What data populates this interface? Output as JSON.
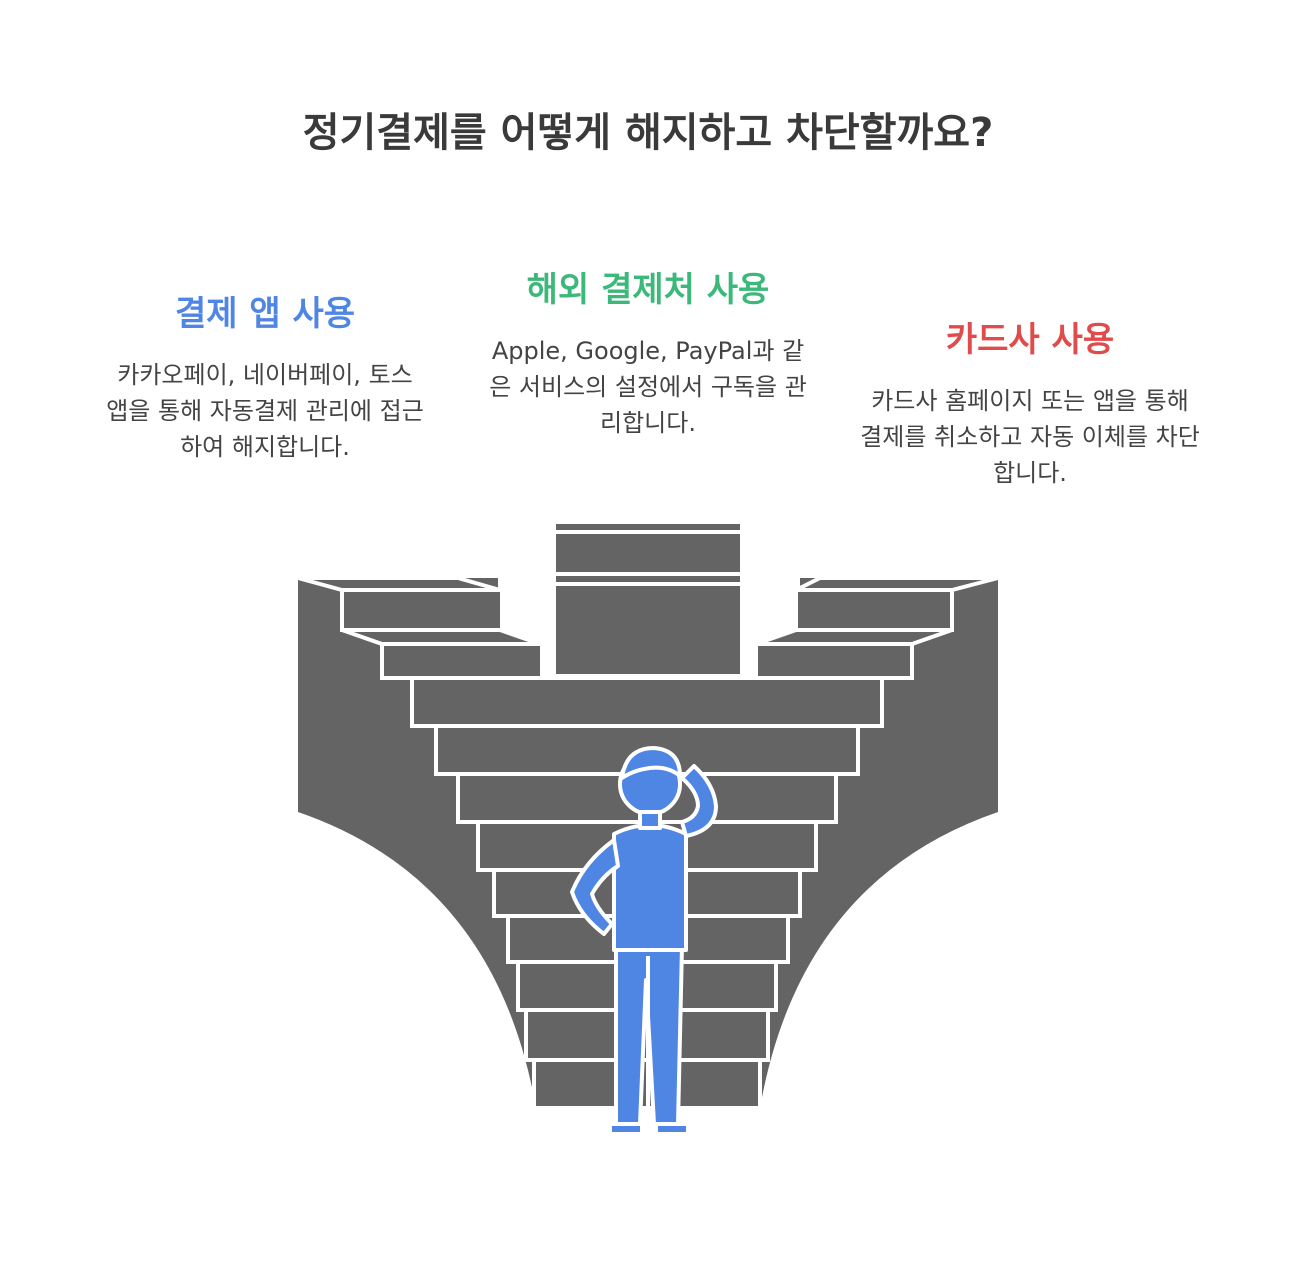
{
  "title": "정기결제를 어떻게 해지하고 차단할까요?",
  "colors": {
    "left": "#4f86e3",
    "middle": "#3cb97a",
    "right": "#e04b4b",
    "stairs": "#646464",
    "person": "#4f86e3"
  },
  "options": [
    {
      "heading": "결제 앱 사용",
      "description": "카카오페이, 네이버페이, 토스 앱을 통해 자동결제 관리에 접근하여 해지합니다."
    },
    {
      "heading": "해외 결제처 사용",
      "description": "Apple, Google, PayPal과 같은 서비스의 설정에서 구독을 관리합니다."
    },
    {
      "heading": "카드사 사용",
      "description": "카드사 홈페이지 또는 앱을 통해 결제를 취소하고 자동 이체를 차단합니다."
    }
  ],
  "illustration": {
    "figure": "person-scratching-head-icon",
    "scene": "three-staircases-converging"
  }
}
